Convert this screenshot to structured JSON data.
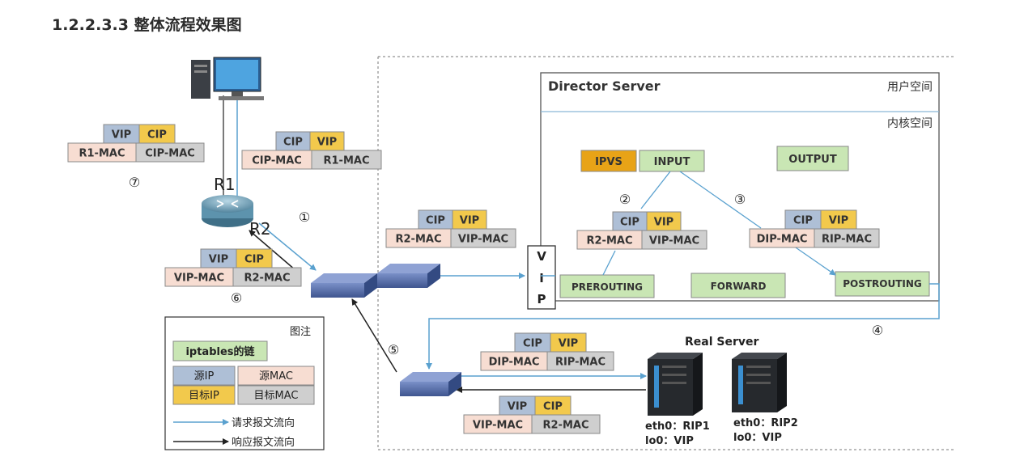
{
  "heading": "1.2.2.3.3 整体流程效果图",
  "diagram": {
    "director_title": "Director Server",
    "user_space": "用户空间",
    "kernel_space": "内核空间",
    "chains": {
      "ipvs": "IPVS",
      "input": "INPUT",
      "output": "OUTPUT",
      "prerouting": "PREROUTING",
      "forward": "FORWARD",
      "postrouting": "POSTROUTING"
    },
    "vip_box": [
      "V",
      "I",
      "P"
    ],
    "router_labels": {
      "r1": "R1",
      "r2": "R2"
    },
    "step_markers": [
      "①",
      "②",
      "③",
      "④",
      "⑤",
      "⑥",
      "⑦"
    ],
    "packets": {
      "p_cip_r1": {
        "src_ip": "CIP",
        "dst_ip": "VIP",
        "src_mac": "CIP-MAC",
        "dst_mac": "R1-MAC"
      },
      "p_r2_vip": {
        "src_ip": "CIP",
        "dst_ip": "VIP",
        "src_mac": "R2-MAC",
        "dst_mac": "VIP-MAC"
      },
      "p_in_dir": {
        "src_ip": "CIP",
        "dst_ip": "VIP",
        "src_mac": "R2-MAC",
        "dst_mac": "VIP-MAC"
      },
      "p_dip_rip_dir": {
        "src_ip": "CIP",
        "dst_ip": "VIP",
        "src_mac": "DIP-MAC",
        "dst_mac": "RIP-MAC"
      },
      "p_dip_rip_rs": {
        "src_ip": "CIP",
        "dst_ip": "VIP",
        "src_mac": "DIP-MAC",
        "dst_mac": "RIP-MAC"
      },
      "p_reply_rs": {
        "src_ip": "VIP",
        "dst_ip": "CIP",
        "src_mac": "VIP-MAC",
        "dst_mac": "R2-MAC"
      },
      "p_reply_r2": {
        "src_ip": "VIP",
        "dst_ip": "CIP",
        "src_mac": "VIP-MAC",
        "dst_mac": "R2-MAC"
      },
      "p_reply_r1": {
        "src_ip": "VIP",
        "dst_ip": "CIP",
        "src_mac": "R1-MAC",
        "dst_mac": "CIP-MAC"
      }
    },
    "real_server": {
      "title": "Real Server",
      "rs1_eth": "eth0：RIP1",
      "rs1_lo": "lo0：VIP",
      "rs2_eth": "eth0：RIP2",
      "rs2_lo": "lo0：VIP"
    },
    "legend": {
      "title": "图注",
      "chain": "iptables的链",
      "src_ip": "源IP",
      "src_mac": "源MAC",
      "dst_ip": "目标IP",
      "dst_mac": "目标MAC",
      "request_flow": "请求报文流向",
      "response_flow": "响应报文流向"
    }
  },
  "colors": {
    "src_ip": "#aebfd6",
    "dst_ip": "#f2c94c",
    "src_mac": "#f7ddd2",
    "dst_mac": "#cfcfcf",
    "chain_green": "#c9e6b4",
    "ipvs_orange": "#e8a317",
    "request_arrow": "#5aa1cf",
    "response_arrow": "#222222"
  }
}
